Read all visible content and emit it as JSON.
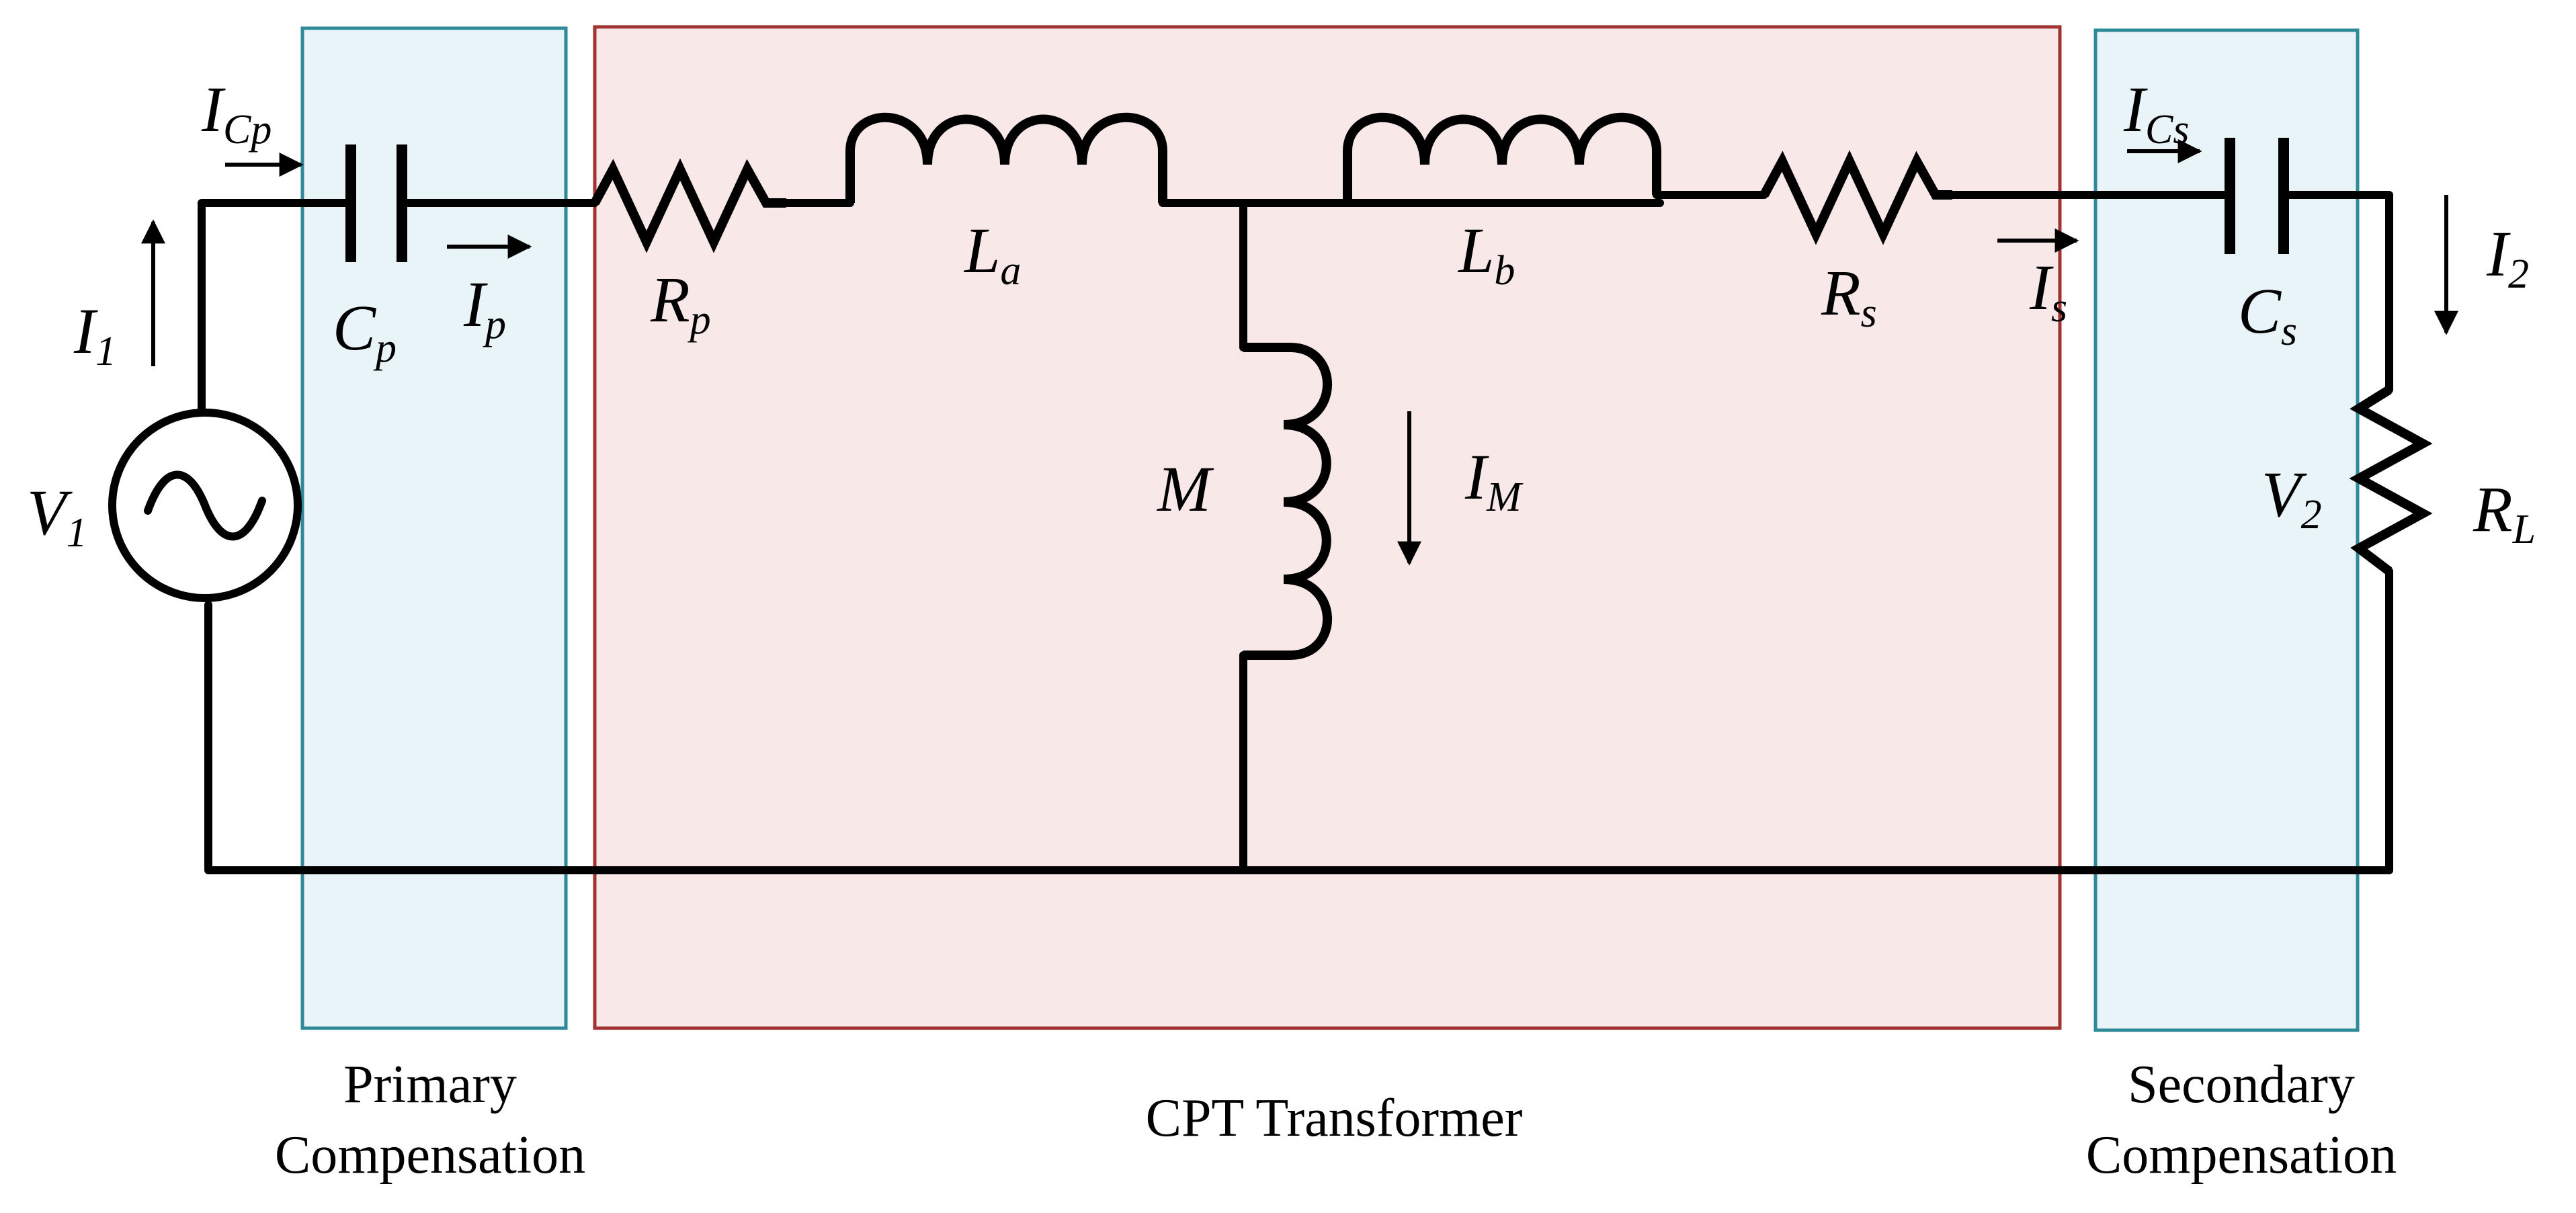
{
  "colors": {
    "compensation_fill": "#e8f4f7",
    "compensation_stroke": "#2e8a99",
    "transformer_fill": "#f8e8e8",
    "transformer_stroke": "#a23232",
    "wire": "#000000"
  },
  "regions": {
    "primary": {
      "caption_line1": "Primary",
      "caption_line2": "Compensation"
    },
    "transformer": {
      "caption": "CPT Transformer"
    },
    "secondary": {
      "caption_line1": "Secondary",
      "caption_line2": "Compensation"
    }
  },
  "components": {
    "V1": {
      "main": "V",
      "sub": "1"
    },
    "Cp": {
      "main": "C",
      "sub": "p"
    },
    "Rp": {
      "main": "R",
      "sub": "p"
    },
    "La": {
      "main": "L",
      "sub": "a"
    },
    "Lb": {
      "main": "L",
      "sub": "b"
    },
    "M": {
      "main": "M"
    },
    "Rs": {
      "main": "R",
      "sub": "s"
    },
    "Cs": {
      "main": "C",
      "sub": "s"
    },
    "V2": {
      "main": "V",
      "sub": "2"
    },
    "RL": {
      "main": "R",
      "sub": "L"
    }
  },
  "currents": {
    "I1": {
      "main": "I",
      "sub": "1"
    },
    "ICp": {
      "main": "I",
      "sub": "Cp"
    },
    "Ip": {
      "main": "I",
      "sub": "p"
    },
    "IM": {
      "main": "I",
      "sub": "M"
    },
    "Is": {
      "main": "I",
      "sub": "s"
    },
    "ICs": {
      "main": "I",
      "sub": "Cs"
    },
    "I2": {
      "main": "I",
      "sub": "2"
    }
  },
  "icons": {
    "source": "ac-voltage-source-icon",
    "capacitor": "capacitor-icon",
    "resistor": "resistor-icon",
    "inductor": "inductor-icon",
    "arrow": "current-arrow-icon"
  }
}
